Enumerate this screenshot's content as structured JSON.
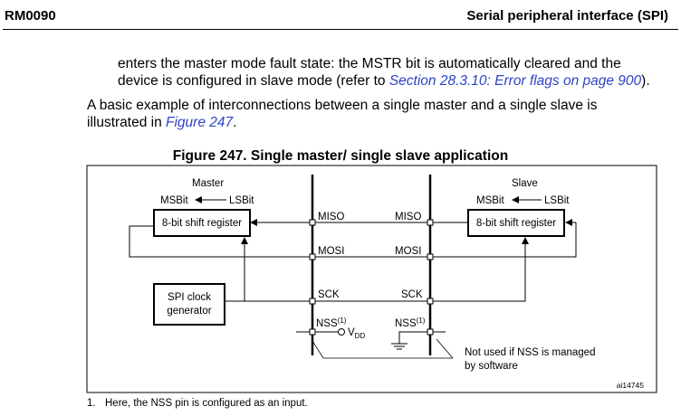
{
  "header": {
    "doc_id": "RM0090",
    "section_title": "Serial peripheral interface (SPI)"
  },
  "body": {
    "para1_line1": "enters the master mode fault state: the MSTR bit is automatically cleared and the",
    "para1_line2_pre": "device is configured in slave mode (refer to ",
    "para1_link": "Section 28.3.10: Error flags on page 900",
    "para1_line2_post": ").",
    "para2_line1": "A basic example of interconnections between a single master and a single slave is",
    "para2_line2_pre": "illustrated in ",
    "para2_link": "Figure 247",
    "para2_line2_post": "."
  },
  "figure": {
    "title": "Figure 247. Single master/ single slave application",
    "master_label": "Master",
    "slave_label": "Slave",
    "msbit": "MSBit",
    "lsbit": "LSBit",
    "shift_register": "8-bit shift register",
    "clock_line1": "SPI clock",
    "clock_line2": "generator",
    "miso": "MISO",
    "mosi": "MOSI",
    "sck": "SCK",
    "nss": "NSS",
    "nss_note": "(1)",
    "vdd_v": "V",
    "vdd_sub": "DD",
    "note_line1": "Not used if NSS is managed",
    "note_line2": "by software",
    "figure_id": "ai14745"
  },
  "footnote": {
    "number": "1.",
    "text": "Here, the NSS pin is configured as an input."
  }
}
